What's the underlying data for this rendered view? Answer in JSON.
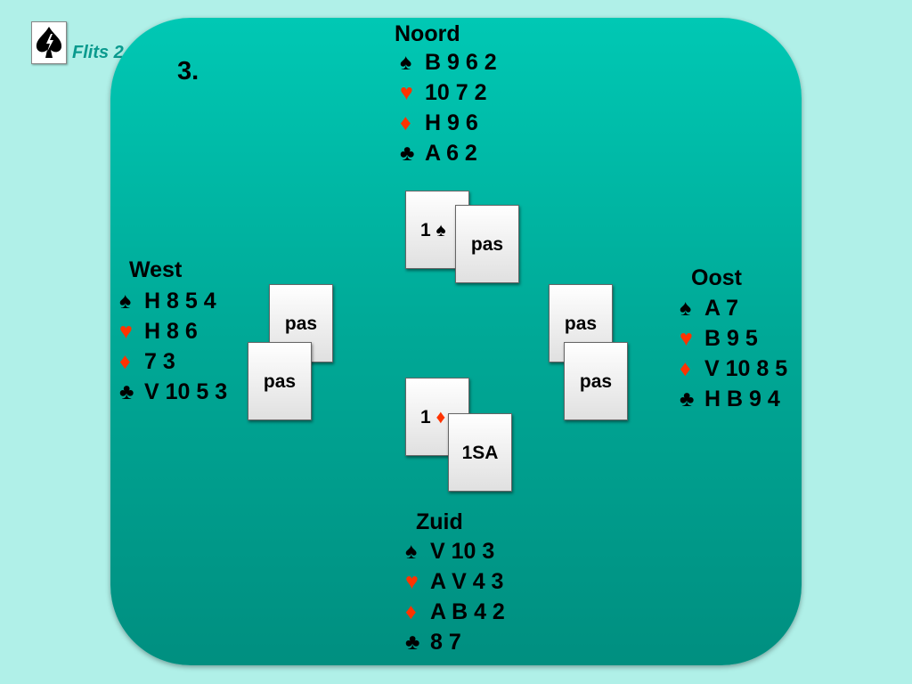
{
  "logo": {
    "label": "Flits 2",
    "icon": "spade-lightning-icon"
  },
  "board": {
    "number": "3."
  },
  "colors": {
    "red_suit": "#ff3300",
    "table": "#00b4a0",
    "background": "#b0f0e8"
  },
  "north": {
    "name": "Noord",
    "spades": "B 9 6 2",
    "hearts": "10 7 2",
    "diamonds": "H 9 6",
    "clubs": "A 6 2"
  },
  "west": {
    "name": "West",
    "spades": "H 8 5 4",
    "hearts": "H 8 6",
    "diamonds": "7 3",
    "clubs": "V 10 5 3"
  },
  "east": {
    "name": "Oost",
    "spades": "A 7",
    "hearts": "B 9 5",
    "diamonds": "V 10 8 5",
    "clubs": "H B 9 4"
  },
  "south": {
    "name": "Zuid",
    "spades": "V 10 3",
    "hearts": "A V 4 3",
    "diamonds": "A B 4 2",
    "clubs": "8 7"
  },
  "suits": {
    "spade": "♠",
    "heart": "♥",
    "diamond": "♦",
    "club": "♣"
  },
  "bidding": {
    "north_1": "1",
    "north_2": "pas",
    "west_1": "pas",
    "west_2": "pas",
    "east_1": "pas",
    "east_2": "pas",
    "south_1": "1",
    "south_2": "1SA"
  }
}
